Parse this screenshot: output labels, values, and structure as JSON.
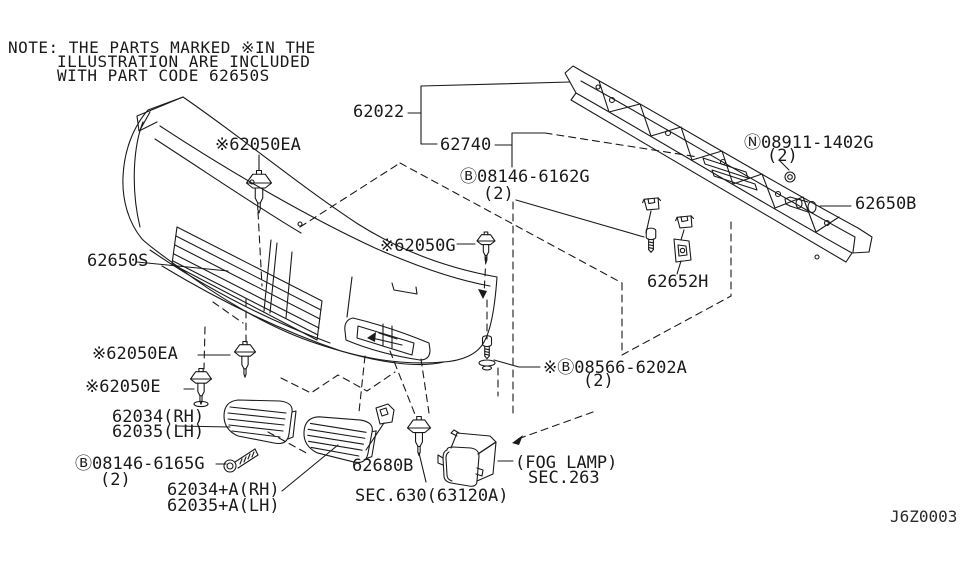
{
  "colors": {
    "ink": "#1a1a1a",
    "background": "#ffffff"
  },
  "note": {
    "line1": "NOTE: THE PARTS MARKED ※IN THE",
    "line2": "ILLUSTRATION ARE INCLUDED",
    "line3": "WITH PART CODE 62650S"
  },
  "labels": {
    "clip_62050ea_top": "※62050EA",
    "assy_62022": "62022",
    "part_62740": "62740",
    "bolt_08146_6162g": "Ⓑ08146-6162G",
    "bolt_08146_6162g_qty": "(2)",
    "nut_08911_1402g": "Ⓝ08911-1402G",
    "nut_08911_1402g_qty": "(2)",
    "part_62650b": "62650B",
    "clip_62050g": "※62050G",
    "part_62650s": "62650S",
    "part_62652h": "62652H",
    "clip_62050ea_bottom": "※62050EA",
    "clip_62050e": "※62050E",
    "part_62034_rh": "62034(RH)",
    "part_62035_lh": "62035(LH)",
    "screw_08146_6165g": "Ⓑ08146-6165G",
    "screw_08146_6165g_qty": "(2)",
    "part_62034a_rh": "62034+A(RH)",
    "part_62035a_lh": "62035+A(LH)",
    "part_62680b": "62680B",
    "ref_sec630": "SEC.630(63120A)",
    "ref_fog_lamp": "(FOG LAMP)",
    "ref_sec263": "SEC.263",
    "bolt_08566_6202a": "※Ⓑ08566-6202A",
    "bolt_08566_6202a_qty": "(2)",
    "drawing_code": "J6Z0003"
  }
}
